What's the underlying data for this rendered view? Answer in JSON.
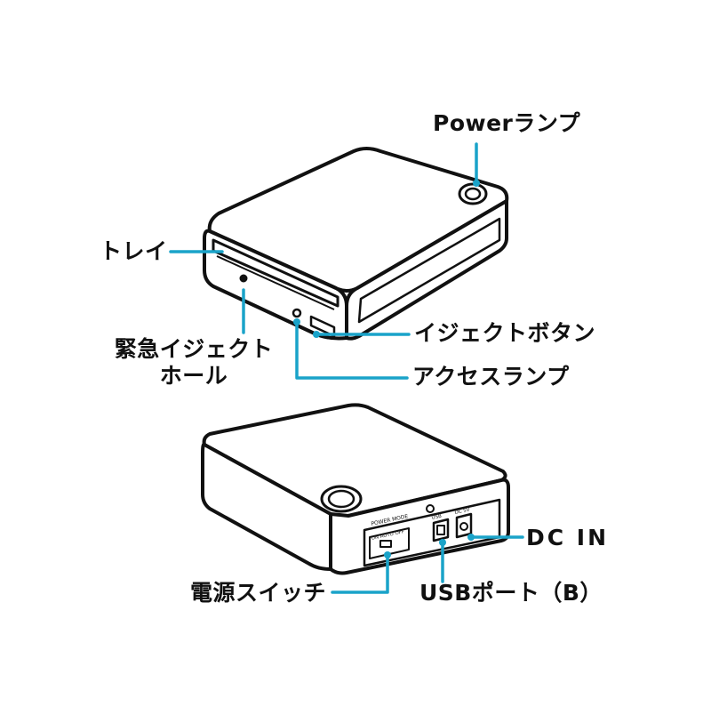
{
  "labels": {
    "power_lamp": "Powerランプ",
    "tray": "トレイ",
    "emergency_eject_hole_line1": "緊急イジェクト",
    "emergency_eject_hole_line2": "ホール",
    "eject_button": "イジェクトボタン",
    "access_lamp": "アクセスランプ",
    "dc_in": "DC IN",
    "power_switch": "電源スイッチ",
    "usb_port": "USBポート（B）"
  },
  "panel_marks": {
    "power_mode": "POWER MODE",
    "switch_positions": "ON AUTO OFF",
    "usb": "USB",
    "dc": "DC 5V"
  },
  "colors": {
    "leader": "#1aa3c9",
    "outline": "#111111",
    "body": "#ffffff"
  }
}
